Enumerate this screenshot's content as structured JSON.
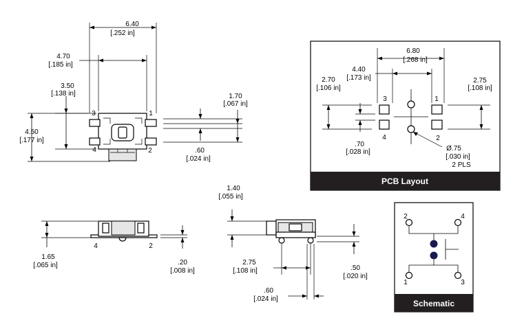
{
  "top_view": {
    "dim_width": [
      "6.40",
      "[.252 in]"
    ],
    "dim_pin_span": [
      "4.70",
      "[.185 in]"
    ],
    "dim_body_h": [
      "3.50",
      "[.138 in]"
    ],
    "dim_total_h": [
      "4.50",
      "[.177 in]"
    ],
    "pin_labels": [
      "3",
      "1",
      "4",
      "2"
    ]
  },
  "thickness_view": {
    "dim_total": [
      "1.70",
      "[.067 in]"
    ],
    "dim_lead": [
      ".60",
      "[.024 in]"
    ]
  },
  "front_view": {
    "dim_height": [
      "1.65",
      "[.065 in]"
    ],
    "dim_standoff": [
      ".20",
      "[.008 in]"
    ],
    "pin_labels": [
      "4",
      "2"
    ]
  },
  "side_view": {
    "dim_actuator": [
      "1.40",
      "[.055 in]"
    ],
    "dim_body": [
      "2.75",
      "[.108 in]"
    ],
    "dim_lead_w": [
      ".60",
      "[.024 in]"
    ],
    "dim_lead_h": [
      ".50",
      "[.020 in]"
    ]
  },
  "pcb_layout": {
    "title": "PCB Layout",
    "dim_outer": [
      "6.80",
      "[.268 in]"
    ],
    "dim_inner": [
      "4.40",
      "[.173 in]"
    ],
    "dim_left": [
      "2.70",
      "[.106 in]"
    ],
    "dim_right": [
      "2.75",
      "[.108 in]"
    ],
    "dim_pad": [
      ".70",
      "[.028 in]"
    ],
    "dim_hole": [
      "Ø.75",
      "[.030 in]",
      "2 PLS"
    ],
    "pin_labels": [
      "3",
      "1",
      "4",
      "2"
    ]
  },
  "schematic": {
    "title": "Schematic",
    "pin_labels": [
      "2",
      "4",
      "1",
      "3"
    ]
  }
}
